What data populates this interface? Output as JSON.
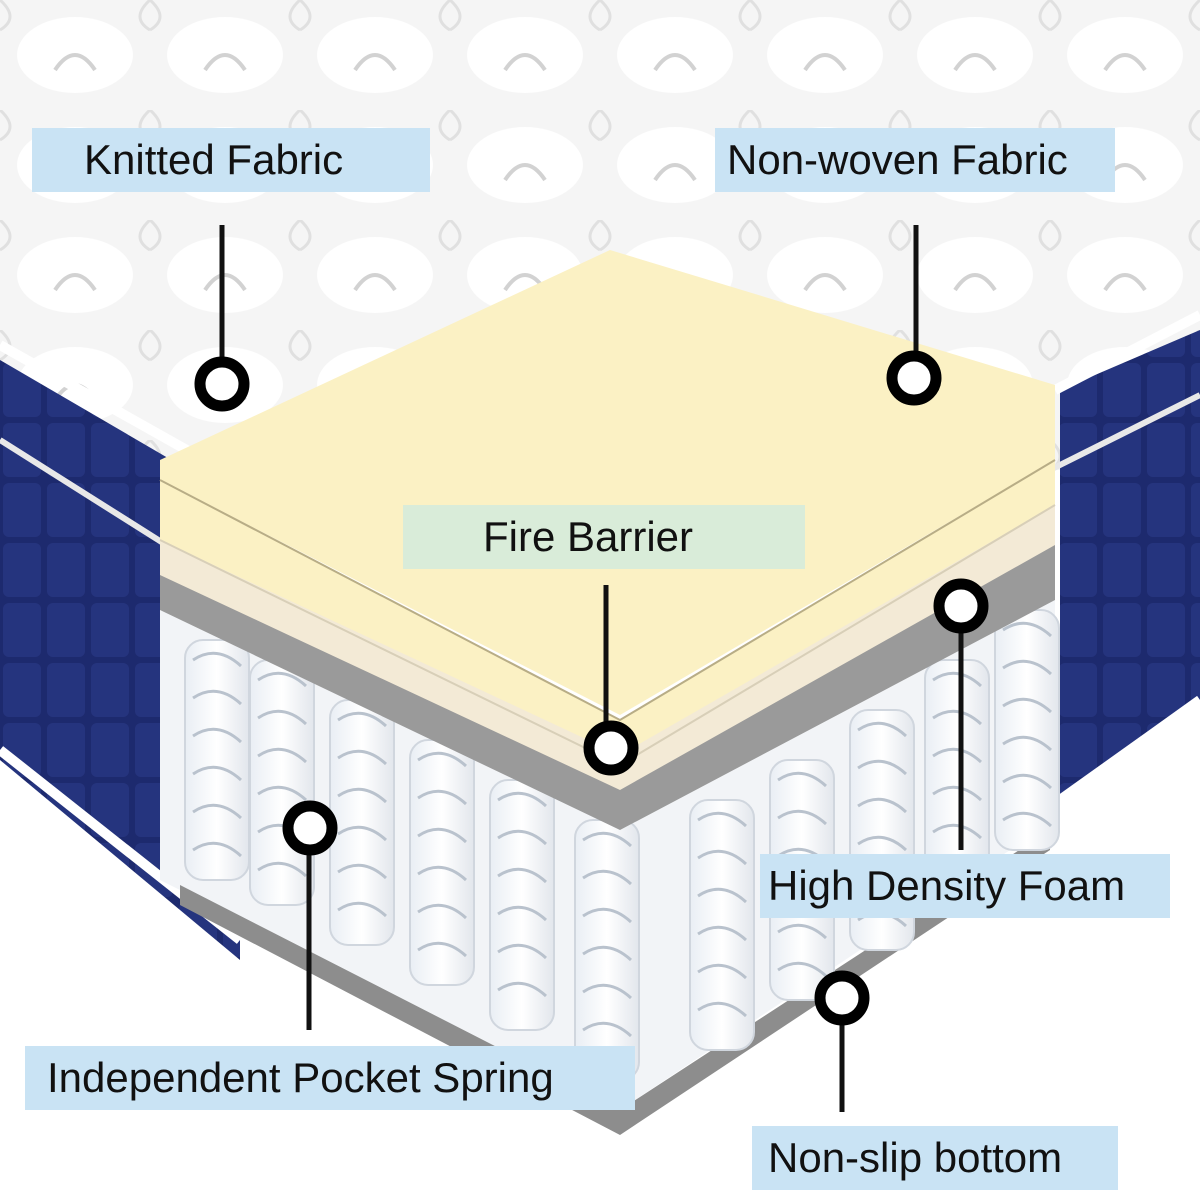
{
  "image": {
    "subject": "pocket spring mattress cross-section",
    "colors": {
      "label_blue": "#c9e3f4",
      "label_green": "#d9ecd9",
      "cover_white": "#f4f4f4",
      "border_navy": "#1d2a6e",
      "foam_yellow": "#fbf1c4",
      "barrier_cream": "#f3ead6",
      "foam_gray": "#8e8e8e",
      "spring_white": "#ffffff"
    }
  },
  "labels": {
    "knitted_fabric": "Knitted Fabric",
    "non_woven_fabric": "Non-woven Fabric",
    "fire_barrier": "Fire Barrier",
    "high_density_foam": "High Density Foam",
    "independent_pocket_spring": "Independent Pocket Spring",
    "non_slip_bottom": "Non-slip bottom"
  }
}
